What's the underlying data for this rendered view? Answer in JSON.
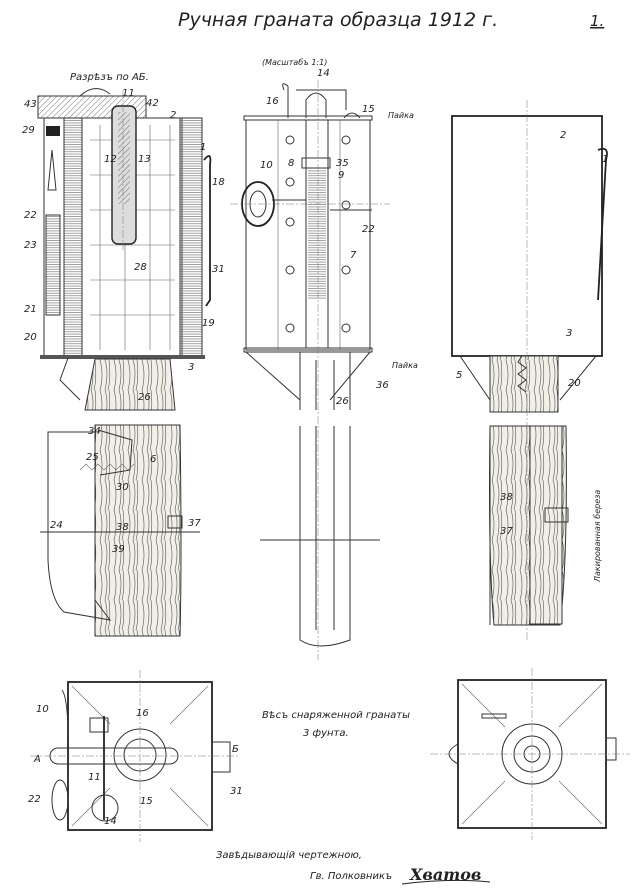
{
  "title": "Ручная граната образца 1912 г.",
  "sheet_number": "1.",
  "scale_note": "(Масштабъ 1:1)",
  "section_caption": "Разрѣзъ по АБ.",
  "weight_note": {
    "line1": "Вѣсъ снаряженной гранаты",
    "line2": "3 фунта."
  },
  "signature_block": {
    "line1": "Завѣдывающій чертежною,",
    "line2": "Гв. Полковникъ",
    "signature": "Хватов"
  },
  "material_note": "Лакированная береза",
  "solder_labels": [
    "Пайка",
    "Пайка"
  ],
  "section_view_labels": [
    "43",
    "11",
    "42",
    "2",
    "29",
    "1",
    "12",
    "13",
    "18",
    "22",
    "23",
    "28",
    "31",
    "21",
    "19",
    "20",
    "3",
    "26",
    "34",
    "25",
    "6",
    "30",
    "24",
    "38",
    "37",
    "39"
  ],
  "front_view_labels": [
    "14",
    "16",
    "15",
    "10",
    "8",
    "35",
    "9",
    "22",
    "7",
    "36",
    "26"
  ],
  "side_view_labels": [
    "2",
    "1",
    "3",
    "5",
    "20",
    "38",
    "37"
  ],
  "plan_view_labels": [
    "10",
    "16",
    "А",
    "Б",
    "11",
    "22",
    "15",
    "14",
    "31"
  ]
}
